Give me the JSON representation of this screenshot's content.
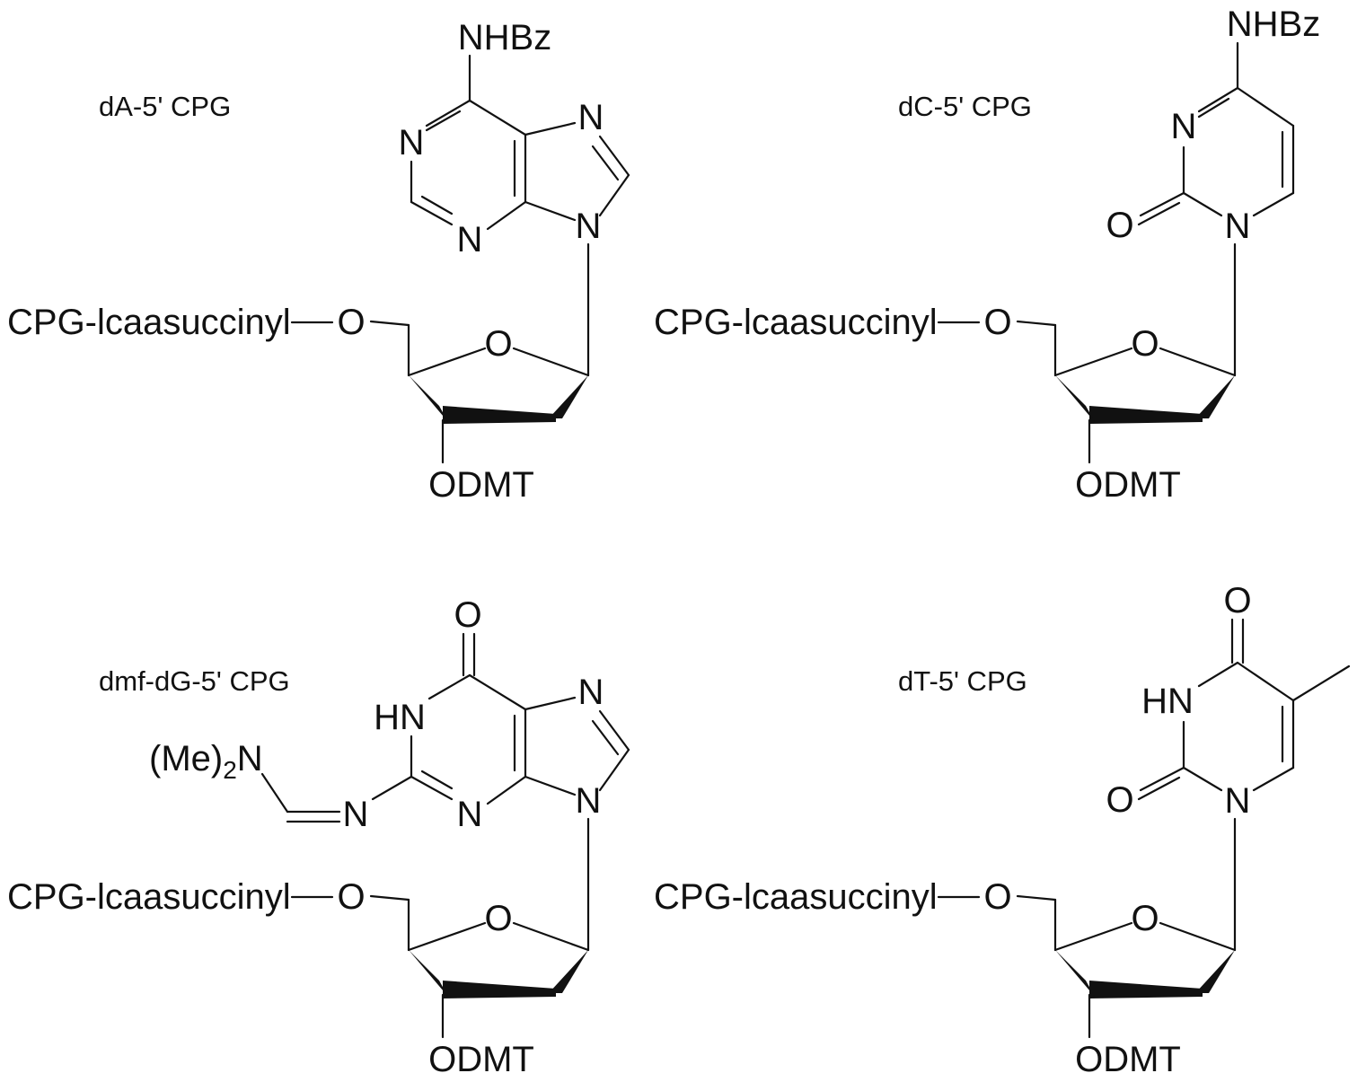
{
  "structures": [
    {
      "caption": "dA-5' CPG",
      "linker": "CPG-lcaasuccinyl",
      "ring_oxygen": "O",
      "linker_oxygen": "O",
      "protecting_group": "ODMT",
      "base_labels": {
        "exocyclic": "NHBz",
        "n1": "N",
        "n3": "N",
        "n7": "N",
        "n9": "N"
      }
    },
    {
      "caption": "dC-5' CPG",
      "linker": "CPG-lcaasuccinyl",
      "ring_oxygen": "O",
      "linker_oxygen": "O",
      "protecting_group": "ODMT",
      "base_labels": {
        "exocyclic": "NHBz",
        "n3": "N",
        "carbonyl_o": "O",
        "n1": "N"
      }
    },
    {
      "caption": "dmf-dG-5' CPG",
      "linker": "CPG-lcaasuccinyl",
      "ring_oxygen": "O",
      "linker_oxygen": "O",
      "protecting_group": "ODMT",
      "base_labels": {
        "carbonyl_o": "O",
        "n1h": "HN",
        "n7": "N",
        "n3": "N",
        "n9": "N",
        "dmf_prefix": "(Me)",
        "dmf_subscript": "2",
        "dmf_n": "N",
        "imine_n": "N"
      }
    },
    {
      "caption": "dT-5' CPG",
      "linker": "CPG-lcaasuccinyl",
      "ring_oxygen": "O",
      "linker_oxygen": "O",
      "protecting_group": "ODMT",
      "base_labels": {
        "c4_o": "O",
        "n3h": "HN",
        "c2_o": "O",
        "n1": "N"
      }
    }
  ]
}
